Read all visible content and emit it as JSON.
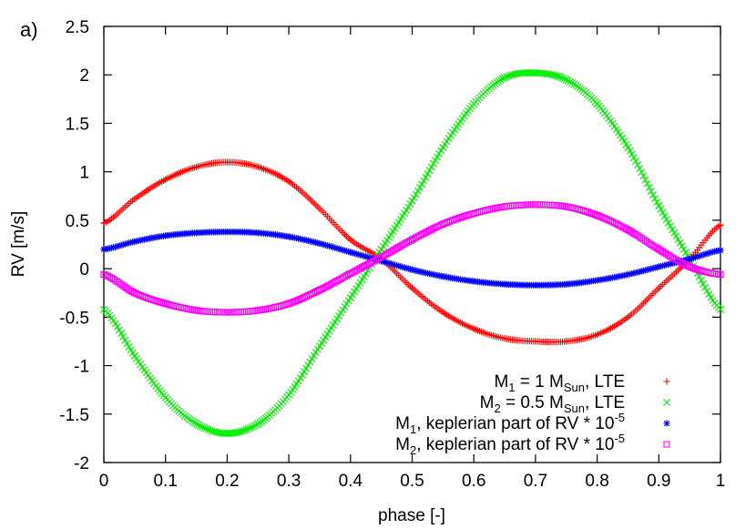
{
  "chart_data": {
    "type": "scatter",
    "panel_label": "a)",
    "xlabel": "phase [-]",
    "ylabel": "RV [m/s]",
    "xlim": [
      0,
      1
    ],
    "ylim": [
      -2,
      2.5
    ],
    "xticks": [
      "0",
      "0.1",
      "0.2",
      "0.3",
      "0.4",
      "0.5",
      "0.6",
      "0.7",
      "0.8",
      "0.9",
      "1"
    ],
    "yticks": [
      "2.5",
      "2",
      "1.5",
      "1",
      "0.5",
      "0",
      "-0.5",
      "-1",
      "-1.5",
      "-2"
    ],
    "grid": false,
    "legend_position": "bottom-right",
    "x": [
      0.0,
      0.05,
      0.1,
      0.15,
      0.2,
      0.25,
      0.3,
      0.35,
      0.4,
      0.45,
      0.5,
      0.55,
      0.6,
      0.65,
      0.7,
      0.75,
      0.8,
      0.85,
      0.9,
      0.95,
      1.0
    ],
    "series": [
      {
        "legend": {
          "a": "M",
          "a_sub": "1",
          "b": " = 1 M",
          "b_sub": "Sun",
          "c": ", LTE",
          "c_sup": "",
          "d": ""
        },
        "marker": "plus",
        "color": "#ff0000",
        "values": [
          0.47,
          0.72,
          0.92,
          1.05,
          1.1,
          1.05,
          0.9,
          0.62,
          0.3,
          0.1,
          -0.2,
          -0.45,
          -0.62,
          -0.72,
          -0.75,
          -0.75,
          -0.68,
          -0.5,
          -0.2,
          0.1,
          0.45
        ]
      },
      {
        "legend": {
          "a": "M",
          "a_sub": "2",
          "b": " = 0.5 M",
          "b_sub": "Sun",
          "c": ", LTE",
          "c_sup": "",
          "d": ""
        },
        "marker": "cross",
        "color": "#00ee00",
        "values": [
          -0.42,
          -0.9,
          -1.33,
          -1.6,
          -1.7,
          -1.6,
          -1.3,
          -0.8,
          -0.3,
          0.2,
          0.7,
          1.25,
          1.7,
          1.97,
          2.02,
          1.95,
          1.7,
          1.25,
          0.65,
          0.1,
          -0.42
        ]
      },
      {
        "legend": {
          "a": "M",
          "a_sub": "1",
          "b": ", keplerian part of RV * 10",
          "b_sub": "",
          "c": "",
          "c_sup": "-5",
          "d": ""
        },
        "marker": "star",
        "color": "#0000ff",
        "values": [
          0.2,
          0.28,
          0.34,
          0.37,
          0.38,
          0.37,
          0.33,
          0.26,
          0.17,
          0.08,
          -0.01,
          -0.08,
          -0.13,
          -0.16,
          -0.17,
          -0.16,
          -0.12,
          -0.06,
          0.02,
          0.1,
          0.19
        ]
      },
      {
        "legend": {
          "a": "M",
          "a_sub": "2",
          "b": ", keplerian part of RV * 10",
          "b_sub": "",
          "c": "",
          "c_sup": "-5",
          "d": ""
        },
        "marker": "square",
        "color": "#ff00ff",
        "values": [
          -0.06,
          -0.25,
          -0.36,
          -0.43,
          -0.45,
          -0.43,
          -0.36,
          -0.22,
          -0.05,
          0.12,
          0.3,
          0.46,
          0.57,
          0.64,
          0.66,
          0.64,
          0.55,
          0.4,
          0.2,
          0.02,
          -0.06
        ]
      }
    ]
  }
}
